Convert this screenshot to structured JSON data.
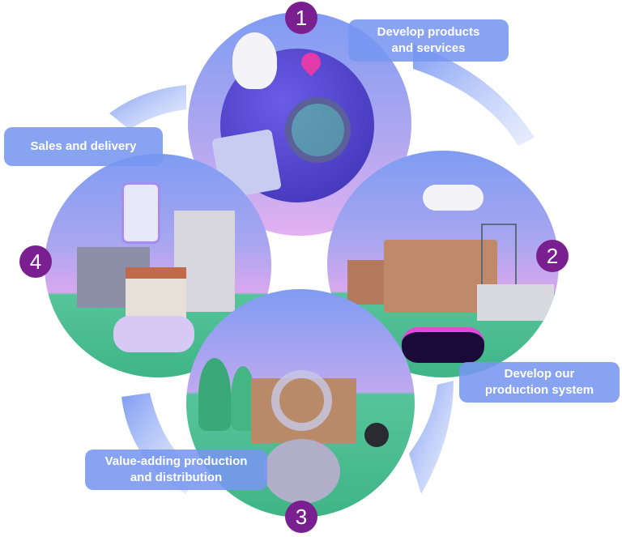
{
  "steps": [
    {
      "number": "1",
      "label": "Develop products and services"
    },
    {
      "number": "2",
      "label": "Develop our production system"
    },
    {
      "number": "3",
      "label": "Value-adding production and distribution"
    },
    {
      "number": "4",
      "label": "Sales and delivery"
    }
  ],
  "colors": {
    "badge": "#7a1f8f",
    "label_bg": "#7896f0",
    "arrow": "#8aa8f5",
    "ground": "#4dbf92"
  }
}
